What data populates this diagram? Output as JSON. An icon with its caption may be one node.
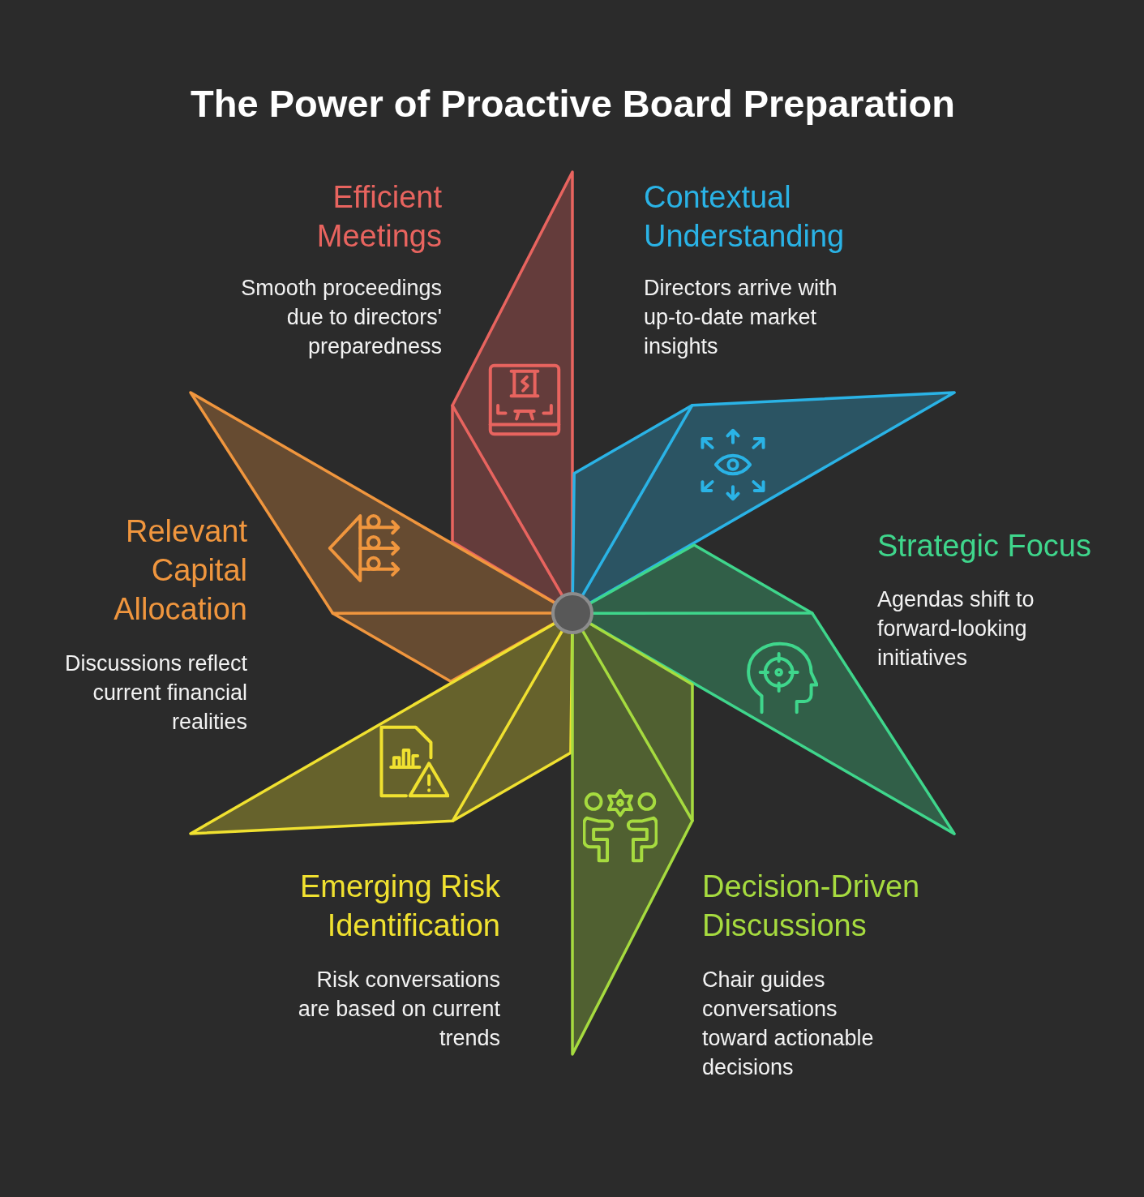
{
  "diagram": {
    "title": "The Power of Proactive Board Preparation",
    "nodes": [
      {
        "text": [
          "Efficient Meetings",
          "Smooth proceedings due to directors' preparedness"
        ]
      },
      {
        "text": [
          "Contextual Understanding",
          "Directors arrive with up-to-date market insights"
        ]
      },
      {
        "text": [
          "Relevant Capital Allocation",
          "Discussions reflect current financial realities"
        ]
      },
      {
        "text": [
          "Strategic Focus",
          "Agendas shift to forward-looking initiatives"
        ]
      },
      {
        "text": [
          "Emerging Risk Identification",
          "Risk conversations are based on current trends"
        ]
      },
      {
        "text": [
          "Decision-Driven Discussions",
          "Chair guides conversations toward actionable decisions"
        ]
      }
    ]
  }
}
